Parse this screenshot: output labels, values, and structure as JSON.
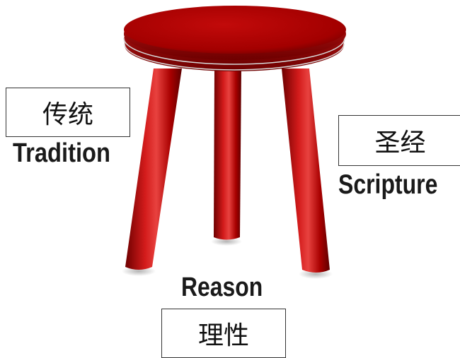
{
  "colors": {
    "stool_red": "#b30000",
    "stool_dark": "#7a0000",
    "stool_highlight": "#e04a4a"
  },
  "legs": [
    {
      "name": "tradition",
      "english_label": "Tradition",
      "chinese_label": "传统"
    },
    {
      "name": "scripture",
      "english_label": "Scripture",
      "chinese_label": "圣经"
    },
    {
      "name": "reason",
      "english_label": "Reason",
      "chinese_label": "理性"
    }
  ],
  "icons": [
    "stool-illustration"
  ]
}
